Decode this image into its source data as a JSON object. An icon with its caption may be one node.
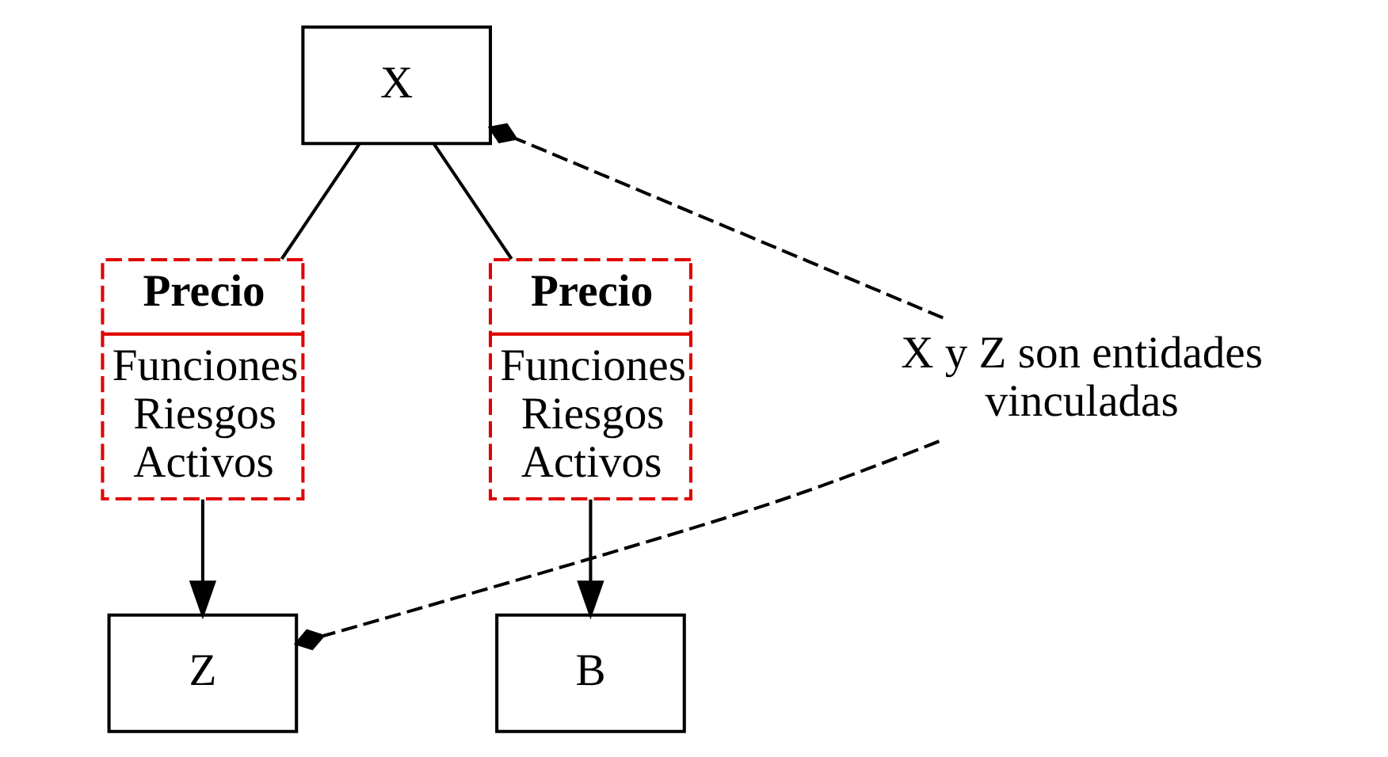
{
  "diagram": {
    "nodes": [
      {
        "text": [
          "X"
        ]
      },
      {
        "text": [
          "Precio",
          "Funciones Riesgos Activos"
        ]
      },
      {
        "text": [
          "Precio",
          "Funciones Riesgos Activos"
        ]
      },
      {
        "text": [
          "Z"
        ]
      },
      {
        "text": [
          "B"
        ]
      },
      {
        "text": [
          "X y Z son entidades vinculadas"
        ]
      }
    ],
    "edges": [
      {
        "from": 0,
        "to": 1,
        "arrow": "none"
      },
      {
        "from": 0,
        "to": 2,
        "arrow": "none"
      },
      {
        "from": 1,
        "to": 3,
        "arrow": "to"
      },
      {
        "from": 2,
        "to": 4,
        "arrow": "to"
      },
      {
        "from": 5,
        "to": 0,
        "arrow": "other",
        "style": "dashed"
      },
      {
        "from": 5,
        "to": 3,
        "arrow": "other",
        "style": "dashed"
      }
    ]
  }
}
